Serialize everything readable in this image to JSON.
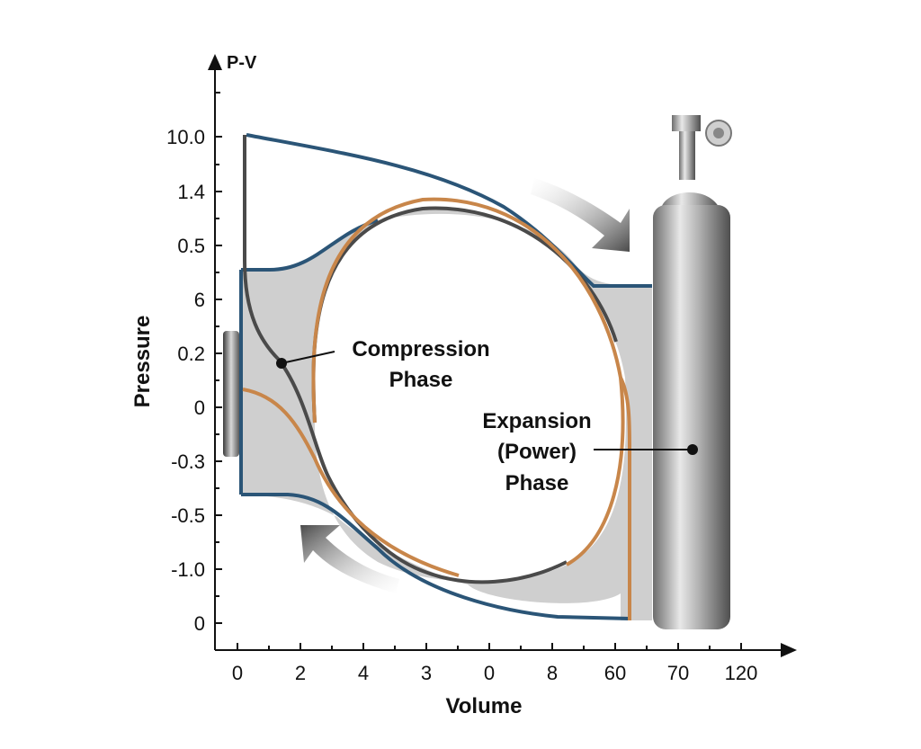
{
  "corner_label": "P-V",
  "y_axis": {
    "title": "Pressure",
    "ticks": [
      "10.0",
      "1.4",
      "0.5",
      "6",
      "0.2",
      "0",
      "-0.3",
      "-0.5",
      "-1.0",
      "0"
    ]
  },
  "x_axis": {
    "title": "Volume",
    "ticks": [
      "0",
      "2",
      "4",
      "3",
      "0",
      "8",
      "60",
      "70",
      "120"
    ]
  },
  "callouts": {
    "compression": [
      "Compression",
      "Phase"
    ],
    "expansion": [
      "Expansion",
      "(Power)",
      "Phase"
    ]
  },
  "colors": {
    "blue_outline": "#2b5577",
    "orange_curve": "#c8864a",
    "dark_curve": "#4a4a4a",
    "shaded_region": "#cfcfcf",
    "cylinder": "#9a9a9a"
  },
  "icons": [
    "gas-cylinder-icon",
    "piston-cap-icon",
    "curved-arrow-icon"
  ]
}
